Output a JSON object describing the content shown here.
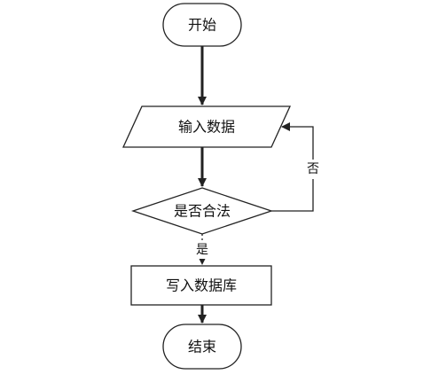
{
  "nodes": {
    "start": {
      "label": "开始",
      "shape": "rounded-terminal"
    },
    "input": {
      "label": "输入数据",
      "shape": "parallelogram"
    },
    "check": {
      "label": "是否合法",
      "shape": "diamond"
    },
    "write": {
      "label": "写入数据库",
      "shape": "rectangle"
    },
    "end": {
      "label": "结束",
      "shape": "rounded-terminal"
    }
  },
  "edges": {
    "no_label": "否",
    "yes_label": "是"
  },
  "colors": {
    "stroke": "#222222",
    "node_fill": "#ffffff",
    "text": "#111111"
  }
}
